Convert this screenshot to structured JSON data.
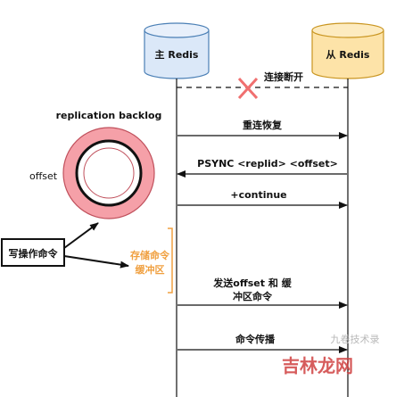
{
  "participants": {
    "master": "主 Redis",
    "slave": "从 Redis"
  },
  "backlog": {
    "title": "replication backlog",
    "offset_label": "offset"
  },
  "client_box": "写操作命令",
  "buffer_label_lines": [
    "存储命令",
    "缓冲区"
  ],
  "messages": {
    "disconnect": "连接断开",
    "reconnect": "重连恢复",
    "psync": "PSYNC <replid> <offset>",
    "continue": "+continue",
    "send_offset_lines": [
      "发送offset 和 缓",
      "冲区命令"
    ],
    "propagate": "命令传播"
  },
  "watermark": {
    "line1": "九卷技术录",
    "line2": "吉林龙网"
  },
  "colors": {
    "master_fill": "#dbe8f8",
    "master_stroke": "#4a7fb5",
    "slave_fill": "#fde3a8",
    "slave_stroke": "#c99520",
    "ring": "#f5a0a8",
    "ring_stroke": "#c0505c",
    "cross": "#f07070",
    "bracket": "#f0a040"
  }
}
